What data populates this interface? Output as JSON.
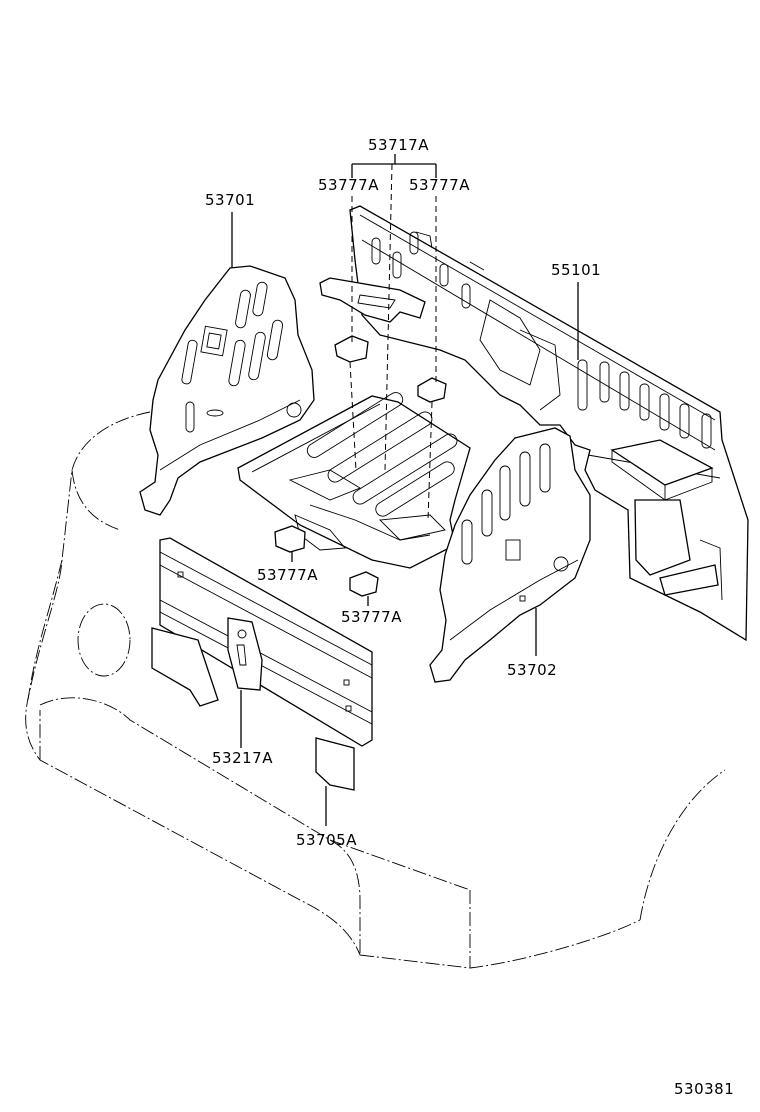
{
  "diagram": {
    "part_labels": {
      "p53717A": "53717A",
      "p53777A_1": "53777A",
      "p53777A_2": "53777A",
      "p53701": "53701",
      "p55101": "55101",
      "p53777A_3": "53777A",
      "p53777A_4": "53777A",
      "p53702": "53702",
      "p53217A": "53217A",
      "p53705A": "53705A"
    },
    "figure_number": "530381"
  }
}
